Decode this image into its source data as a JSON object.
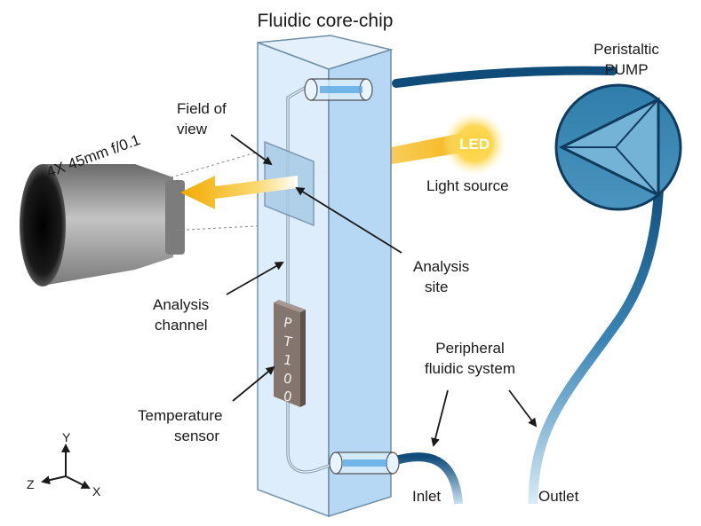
{
  "labels": {
    "title": "Fluidic core-chip",
    "pump_line1": "Peristaltic",
    "pump_line2": "PUMP",
    "fov_line1": "Field of",
    "fov_line2": "view",
    "objective": "4X 45mm f/0.1",
    "led": "LED",
    "light_source": "Light source",
    "site_line1": "Analysis",
    "site_line2": "site",
    "channel_line1": "Analysis",
    "channel_line2": "channel",
    "temp_line1": "Temperature",
    "temp_line2": "sensor",
    "periph_line1": "Peripheral",
    "periph_line2": "fluidic system",
    "inlet": "Inlet",
    "outlet": "Outlet"
  },
  "sensor": {
    "chars": [
      "P",
      "T",
      "1",
      "0",
      "0"
    ]
  },
  "axes": {
    "y": "Y",
    "z": "Z",
    "x": "X"
  },
  "colors": {
    "chip": "#cfe5fa",
    "tube": "#0f4c7a",
    "pump": "#3a88b4",
    "light": "#f5b40f",
    "sensor": "#85756f"
  }
}
